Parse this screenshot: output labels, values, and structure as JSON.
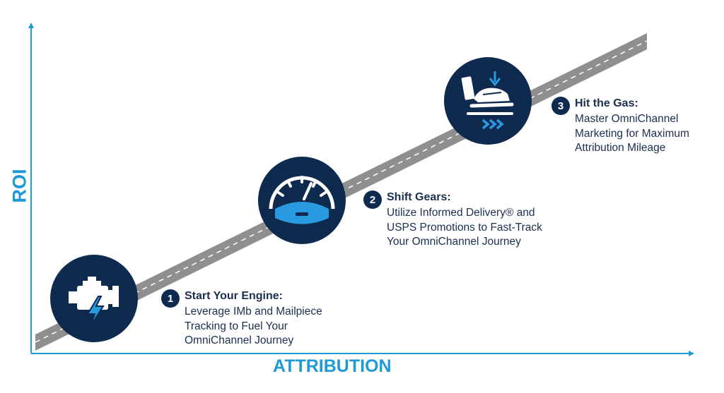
{
  "axes": {
    "y_label": "ROI",
    "x_label": "ATTRIBUTION"
  },
  "colors": {
    "axis": "#1e9ad6",
    "circle": "#0f2a4f",
    "road": "#8f8f8f",
    "accent": "#2a9ae0"
  },
  "steps": [
    {
      "number": "1",
      "title": "Start Your Engine:",
      "lines": [
        "Leverage IMb and Mailpiece",
        "Tracking to Fuel Your",
        "OmniChannel Journey"
      ],
      "icon": "engine-icon"
    },
    {
      "number": "2",
      "title": "Shift Gears:",
      "lines": [
        "Utilize Informed Delivery® and",
        "USPS Promotions to Fast-Track",
        "Your OmniChannel Journey"
      ],
      "icon": "speedometer-icon"
    },
    {
      "number": "3",
      "title": "Hit the Gas:",
      "lines": [
        "Master OmniChannel",
        "Marketing for Maximum",
        "Attribution Mileage"
      ],
      "icon": "gas-pedal-icon"
    }
  ]
}
